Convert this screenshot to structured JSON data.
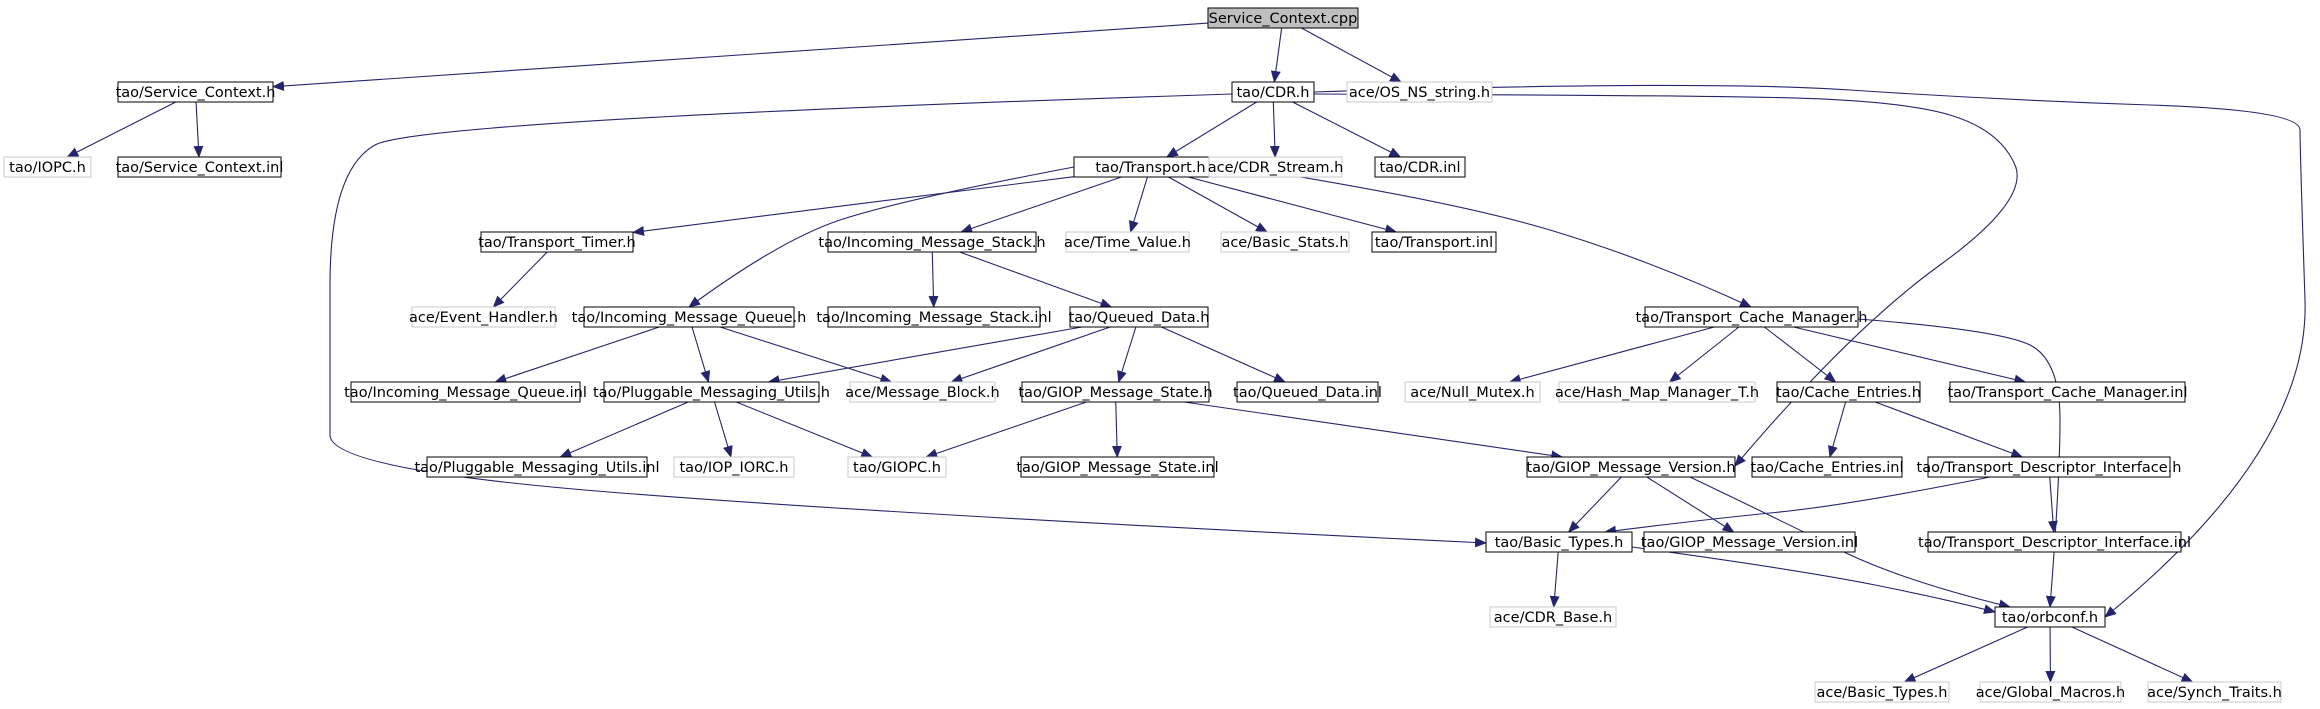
{
  "colors": {
    "edge": "#25256e",
    "border_normal": "#000000",
    "border_external": "#c8c8c8",
    "root_fill": "#bfbfbf",
    "text": "#000000"
  },
  "nodes": [
    {
      "id": "root",
      "label": "Service_Context.cpp",
      "kind": "root"
    },
    {
      "id": "svc_h",
      "label": "tao/Service_Context.h",
      "kind": "normal"
    },
    {
      "id": "cdr_h",
      "label": "tao/CDR.h",
      "kind": "normal"
    },
    {
      "id": "os_ns",
      "label": "ace/OS_NS_string.h",
      "kind": "external"
    },
    {
      "id": "iopc",
      "label": "tao/IOPC.h",
      "kind": "external"
    },
    {
      "id": "svc_inl",
      "label": "tao/Service_Context.inl",
      "kind": "normal"
    },
    {
      "id": "transport_h",
      "label": "tao/Transport.h",
      "kind": "normal"
    },
    {
      "id": "cdr_stream",
      "label": "ace/CDR_Stream.h",
      "kind": "external"
    },
    {
      "id": "cdr_inl",
      "label": "tao/CDR.inl",
      "kind": "normal"
    },
    {
      "id": "timer",
      "label": "tao/Transport_Timer.h",
      "kind": "normal"
    },
    {
      "id": "ims_h",
      "label": "tao/Incoming_Message_Stack.h",
      "kind": "normal"
    },
    {
      "id": "time_value",
      "label": "ace/Time_Value.h",
      "kind": "external"
    },
    {
      "id": "basic_stats",
      "label": "ace/Basic_Stats.h",
      "kind": "external"
    },
    {
      "id": "transport_inl",
      "label": "tao/Transport.inl",
      "kind": "normal"
    },
    {
      "id": "event_handler",
      "label": "ace/Event_Handler.h",
      "kind": "external"
    },
    {
      "id": "imq_h",
      "label": "tao/Incoming_Message_Queue.h",
      "kind": "normal"
    },
    {
      "id": "ims_inl",
      "label": "tao/Incoming_Message_Stack.inl",
      "kind": "normal"
    },
    {
      "id": "qd_h",
      "label": "tao/Queued_Data.h",
      "kind": "normal"
    },
    {
      "id": "tcm_h",
      "label": "tao/Transport_Cache_Manager.h",
      "kind": "normal"
    },
    {
      "id": "imq_inl",
      "label": "tao/Incoming_Message_Queue.inl",
      "kind": "normal"
    },
    {
      "id": "pmu_h",
      "label": "tao/Pluggable_Messaging_Utils.h",
      "kind": "normal"
    },
    {
      "id": "msg_block",
      "label": "ace/Message_Block.h",
      "kind": "external"
    },
    {
      "id": "gms_h",
      "label": "tao/GIOP_Message_State.h",
      "kind": "normal"
    },
    {
      "id": "qd_inl",
      "label": "tao/Queued_Data.inl",
      "kind": "normal"
    },
    {
      "id": "null_mutex",
      "label": "ace/Null_Mutex.h",
      "kind": "external"
    },
    {
      "id": "hash_map",
      "label": "ace/Hash_Map_Manager_T.h",
      "kind": "external"
    },
    {
      "id": "ce_h",
      "label": "tao/Cache_Entries.h",
      "kind": "normal"
    },
    {
      "id": "tcm_inl",
      "label": "tao/Transport_Cache_Manager.inl",
      "kind": "normal"
    },
    {
      "id": "pmu_inl",
      "label": "tao/Pluggable_Messaging_Utils.inl",
      "kind": "normal"
    },
    {
      "id": "iop_iorc",
      "label": "tao/IOP_IORC.h",
      "kind": "external"
    },
    {
      "id": "giopc",
      "label": "tao/GIOPC.h",
      "kind": "external"
    },
    {
      "id": "gms_inl",
      "label": "tao/GIOP_Message_State.inl",
      "kind": "normal"
    },
    {
      "id": "gmv_h",
      "label": "tao/GIOP_Message_Version.h",
      "kind": "normal"
    },
    {
      "id": "ce_inl",
      "label": "tao/Cache_Entries.inl",
      "kind": "normal"
    },
    {
      "id": "tdi_h",
      "label": "tao/Transport_Descriptor_Interface.h",
      "kind": "normal"
    },
    {
      "id": "basic_types",
      "label": "tao/Basic_Types.h",
      "kind": "normal"
    },
    {
      "id": "gmv_inl",
      "label": "tao/GIOP_Message_Version.inl",
      "kind": "normal"
    },
    {
      "id": "tdi_inl",
      "label": "tao/Transport_Descriptor_Interface.inl",
      "kind": "normal"
    },
    {
      "id": "cdr_base",
      "label": "ace/CDR_Base.h",
      "kind": "external"
    },
    {
      "id": "orbconf",
      "label": "tao/orbconf.h",
      "kind": "normal"
    },
    {
      "id": "ace_basic_types",
      "label": "ace/Basic_Types.h",
      "kind": "external"
    },
    {
      "id": "global_macros",
      "label": "ace/Global_Macros.h",
      "kind": "external"
    },
    {
      "id": "synch_traits",
      "label": "ace/Synch_Traits.h",
      "kind": "external"
    }
  ],
  "edges": [
    [
      "root",
      "svc_h"
    ],
    [
      "root",
      "cdr_h"
    ],
    [
      "root",
      "os_ns"
    ],
    [
      "svc_h",
      "iopc"
    ],
    [
      "svc_h",
      "svc_inl"
    ],
    [
      "cdr_h",
      "transport_h"
    ],
    [
      "cdr_h",
      "cdr_stream"
    ],
    [
      "cdr_h",
      "cdr_inl"
    ],
    [
      "cdr_h",
      "basic_types"
    ],
    [
      "cdr_h",
      "gmv_h"
    ],
    [
      "cdr_h",
      "orbconf"
    ],
    [
      "transport_h",
      "timer"
    ],
    [
      "transport_h",
      "ims_h"
    ],
    [
      "transport_h",
      "time_value"
    ],
    [
      "transport_h",
      "basic_stats"
    ],
    [
      "transport_h",
      "transport_inl"
    ],
    [
      "transport_h",
      "imq_h"
    ],
    [
      "transport_h",
      "tcm_h"
    ],
    [
      "timer",
      "event_handler"
    ],
    [
      "ims_h",
      "ims_inl"
    ],
    [
      "ims_h",
      "qd_h"
    ],
    [
      "imq_h",
      "imq_inl"
    ],
    [
      "imq_h",
      "pmu_h"
    ],
    [
      "imq_h",
      "msg_block"
    ],
    [
      "qd_h",
      "pmu_h"
    ],
    [
      "qd_h",
      "msg_block"
    ],
    [
      "qd_h",
      "gms_h"
    ],
    [
      "qd_h",
      "qd_inl"
    ],
    [
      "tcm_h",
      "null_mutex"
    ],
    [
      "tcm_h",
      "hash_map"
    ],
    [
      "tcm_h",
      "ce_h"
    ],
    [
      "tcm_h",
      "tcm_inl"
    ],
    [
      "tcm_h",
      "orbconf"
    ],
    [
      "pmu_h",
      "pmu_inl"
    ],
    [
      "pmu_h",
      "iop_iorc"
    ],
    [
      "pmu_h",
      "giopc"
    ],
    [
      "gms_h",
      "giopc"
    ],
    [
      "gms_h",
      "gms_inl"
    ],
    [
      "gms_h",
      "gmv_h"
    ],
    [
      "ce_h",
      "ce_inl"
    ],
    [
      "ce_h",
      "tdi_h"
    ],
    [
      "gmv_h",
      "basic_types"
    ],
    [
      "gmv_h",
      "gmv_inl"
    ],
    [
      "gmv_h",
      "orbconf"
    ],
    [
      "tdi_h",
      "basic_types"
    ],
    [
      "tdi_h",
      "tdi_inl"
    ],
    [
      "basic_types",
      "cdr_base"
    ],
    [
      "basic_types",
      "orbconf"
    ],
    [
      "orbconf",
      "ace_basic_types"
    ],
    [
      "orbconf",
      "global_macros"
    ],
    [
      "orbconf",
      "synch_traits"
    ]
  ]
}
